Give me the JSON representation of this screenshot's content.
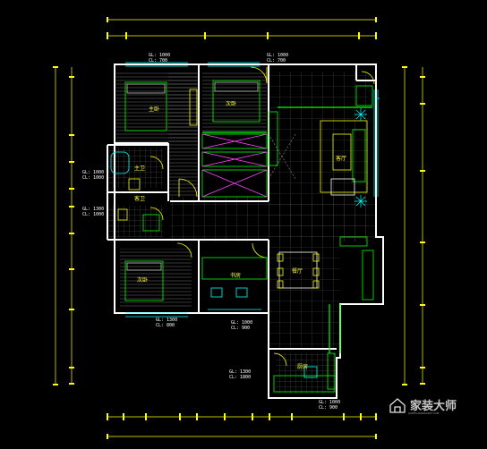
{
  "rooms": {
    "master_bedroom": "主卧",
    "second_bedroom": "次卧",
    "third_bedroom": "次卧",
    "study": "书房",
    "living": "客厅",
    "dining": "餐厅",
    "bathroom": "主卫",
    "guest_bath": "客卫",
    "kitchen": "厨房"
  },
  "area_labels": {
    "top_left": [
      "GL: 1000",
      "CL: 700"
    ],
    "top_mid": [
      "GL: 1000",
      "CL: 700"
    ],
    "bath_left": [
      "GL: 1000",
      "CL: 1000"
    ],
    "guest_left": [
      "GL: 1300",
      "CL: 1000"
    ],
    "bottom_left": [
      "GL: 1300",
      "CL: 800"
    ],
    "bottom_mid": [
      "GL: 1000",
      "CL: 900"
    ],
    "bottom_center": [
      "GL: 1300",
      "CL: 1800"
    ],
    "bottom_right": [
      "GL: 1000",
      "CL: 900"
    ]
  },
  "watermark": {
    "text": "家装大师",
    "sub": "JIAZHUANGDASHI.COM"
  },
  "colors": {
    "wall": "#ffffff",
    "door": "#ffff00",
    "furniture": "#00ff00",
    "accent": "#00ffff",
    "dim": "#ffff00",
    "floor_grid": "#808080"
  }
}
